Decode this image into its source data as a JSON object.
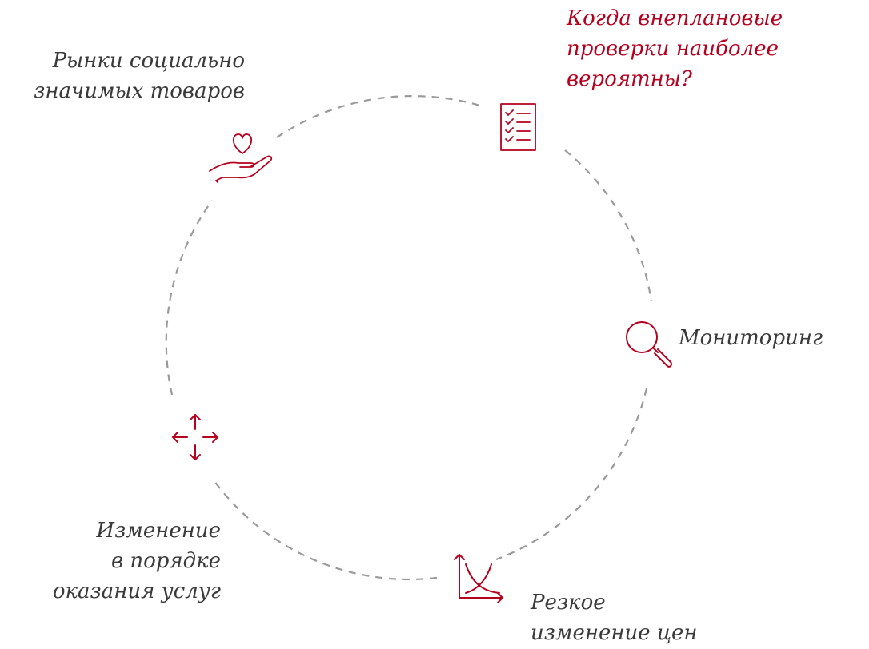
{
  "colors": {
    "accent": "#b5001e",
    "text": "#3a3a3a",
    "ring": "#9a9a9a"
  },
  "center": {
    "lines": [
      "Когда внеплановые",
      "проверки наиболее",
      "вероятны?"
    ]
  },
  "nodes": {
    "checklist": {
      "icon": "checklist-icon"
    },
    "markets": {
      "icon": "heart-hand-icon",
      "lines": [
        "Рынки социально",
        "значимых товаров"
      ]
    },
    "monitoring": {
      "icon": "magnifier-icon",
      "lines": [
        "Мониторинг"
      ]
    },
    "price": {
      "icon": "price-curve-icon",
      "lines": [
        "Резкое",
        "изменение цен"
      ]
    },
    "services": {
      "icon": "move-arrows-icon",
      "lines": [
        "Изменение",
        "в порядке",
        "оказания услуг"
      ]
    }
  }
}
